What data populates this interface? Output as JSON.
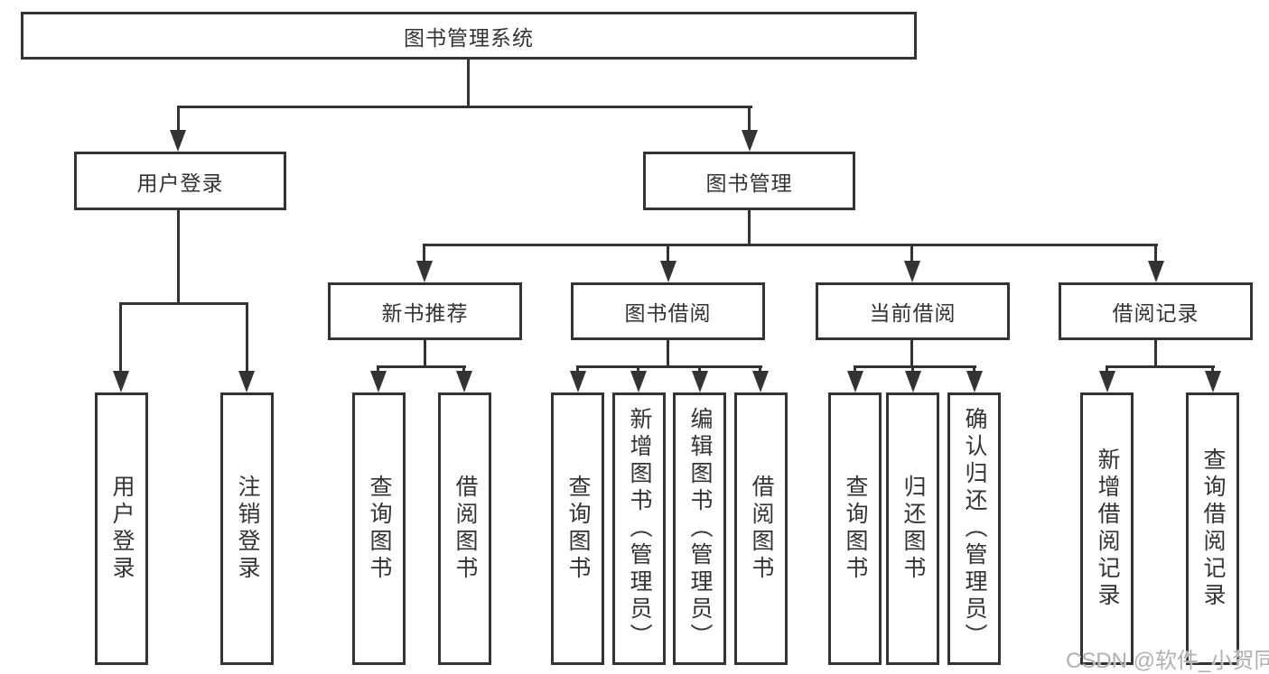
{
  "tree": {
    "root": {
      "label": "图书管理系统",
      "children": [
        {
          "label": "用户登录",
          "children": [
            {
              "label": "用户登录"
            },
            {
              "label": "注销登录"
            }
          ]
        },
        {
          "label": "图书管理",
          "children": [
            {
              "label": "新书推荐",
              "children": [
                {
                  "label": "查询图书"
                },
                {
                  "label": "借阅图书"
                }
              ]
            },
            {
              "label": "图书借阅",
              "children": [
                {
                  "label": "查询图书"
                },
                {
                  "label": "新增图书（管理员）"
                },
                {
                  "label": "编辑图书（管理员）"
                },
                {
                  "label": "借阅图书"
                }
              ]
            },
            {
              "label": "当前借阅",
              "children": [
                {
                  "label": "查询图书"
                },
                {
                  "label": "归还图书"
                },
                {
                  "label": "确认归还（管理员）"
                }
              ]
            },
            {
              "label": "借阅记录",
              "children": [
                {
                  "label": "新增借阅记录"
                },
                {
                  "label": "查询借阅记录"
                }
              ]
            }
          ]
        }
      ]
    }
  },
  "watermark": {
    "text": "CSDN @软件_小贺同学"
  },
  "colors": {
    "line": "#333333",
    "text": "#333333",
    "watermark": "#b0b0b0",
    "background": "#ffffff"
  }
}
